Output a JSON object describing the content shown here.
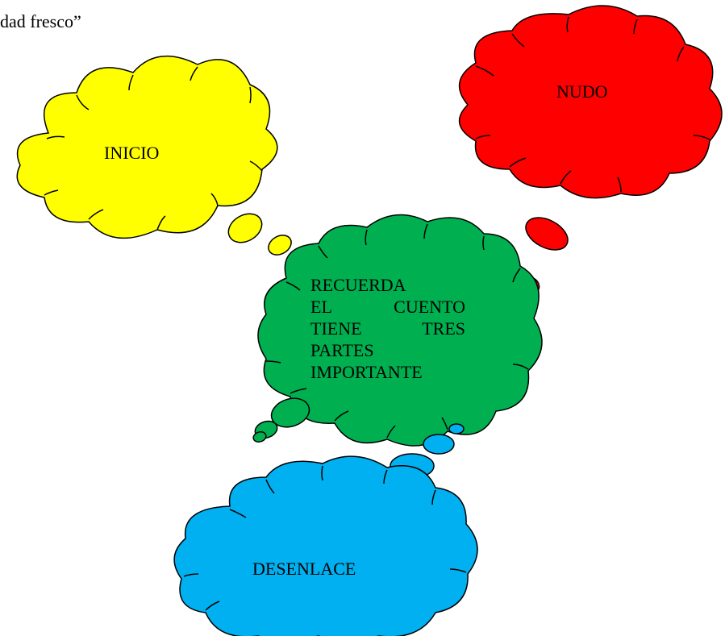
{
  "top_text": "dad fresco”",
  "clouds": {
    "inicio": {
      "label": "INICIO",
      "color": "#ffff00"
    },
    "nudo": {
      "label": "NUDO",
      "color": "#ff0000"
    },
    "center": {
      "color": "#00b050",
      "lines": [
        [
          "RECUERDA"
        ],
        [
          "EL",
          "CUENTO"
        ],
        [
          "TIENE",
          "TRES"
        ],
        [
          "PARTES"
        ],
        [
          "IMPORTANTE"
        ]
      ]
    },
    "desenlace": {
      "label": "DESENLACE",
      "color": "#00b0f0"
    }
  },
  "outline_color": "#000000"
}
